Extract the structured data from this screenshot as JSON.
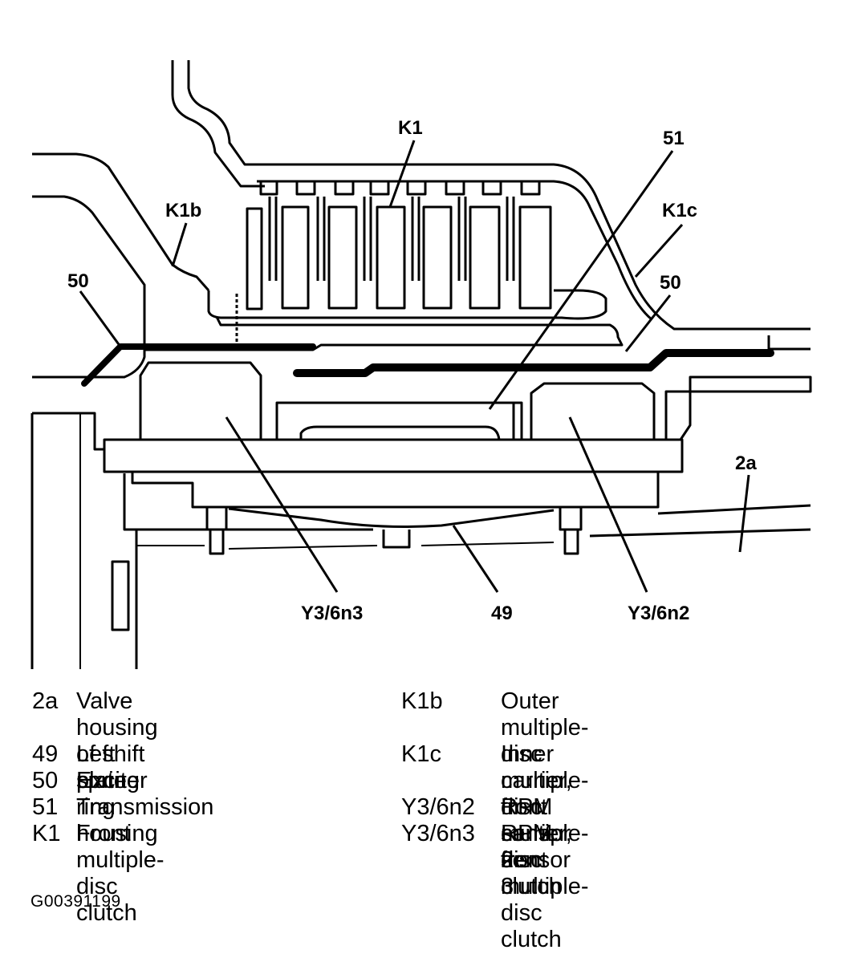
{
  "callouts": {
    "k1": "K1",
    "k1b": "K1b",
    "k1c": "K1c",
    "c51": "51",
    "c50_left": "50",
    "c50_right": "50",
    "c2a": "2a",
    "y3_6n3": "Y3/6n3",
    "c49": "49",
    "y3_6n2": "Y3/6n2"
  },
  "legend_left": [
    {
      "code": "2a",
      "desc": "Valve housing of shift\nplate"
    },
    {
      "code": "49",
      "desc": "Left spring"
    },
    {
      "code": "50",
      "desc": "Exciter ring"
    },
    {
      "code": "51",
      "desc": "Transmission housing"
    },
    {
      "code": "K1",
      "desc": "Front multiple-disc\nclutch"
    }
  ],
  "legend_right": [
    {
      "code": "K1b",
      "desc": "Outer multiple-disc carrier,\nfront multiple-disc clutch"
    },
    {
      "code": "K1c",
      "desc": "Inner multiple-disc carrier,\nfront multiple-disc clutch"
    },
    {
      "code": "Y3/6n2",
      "desc": "RPM sensor 2"
    },
    {
      "code": "Y3/6n3",
      "desc": "RPM sensor 3"
    }
  ],
  "figure_id": "G00391199"
}
